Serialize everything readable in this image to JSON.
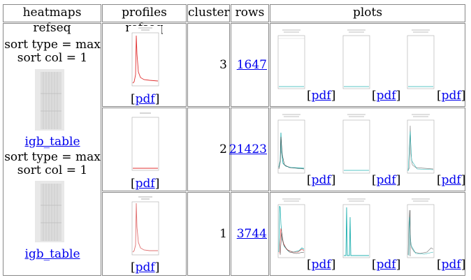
{
  "table": {
    "headers": [
      "heatmaps refseq",
      "profiles refseq",
      "cluster",
      "rows",
      "plots"
    ]
  },
  "heatmaps": [
    {
      "sort_type": "sort type = max",
      "sort_col": "sort col = 1",
      "link": "igb_table"
    },
    {
      "sort_type": "sort type = max",
      "sort_col": "sort col = 1",
      "link": "igb_table"
    }
  ],
  "pdf_link": "pdf",
  "pdf_open": "[",
  "pdf_close": "]",
  "rows": [
    {
      "cluster": "3",
      "rows": "1647"
    },
    {
      "cluster": "2",
      "rows": "21423"
    },
    {
      "cluster": "1",
      "rows": "3744"
    }
  ],
  "colors": {
    "profile_line": "#e03030",
    "teal": "#20b0b0",
    "grid": "#cccccc",
    "link": "#0000ee"
  }
}
